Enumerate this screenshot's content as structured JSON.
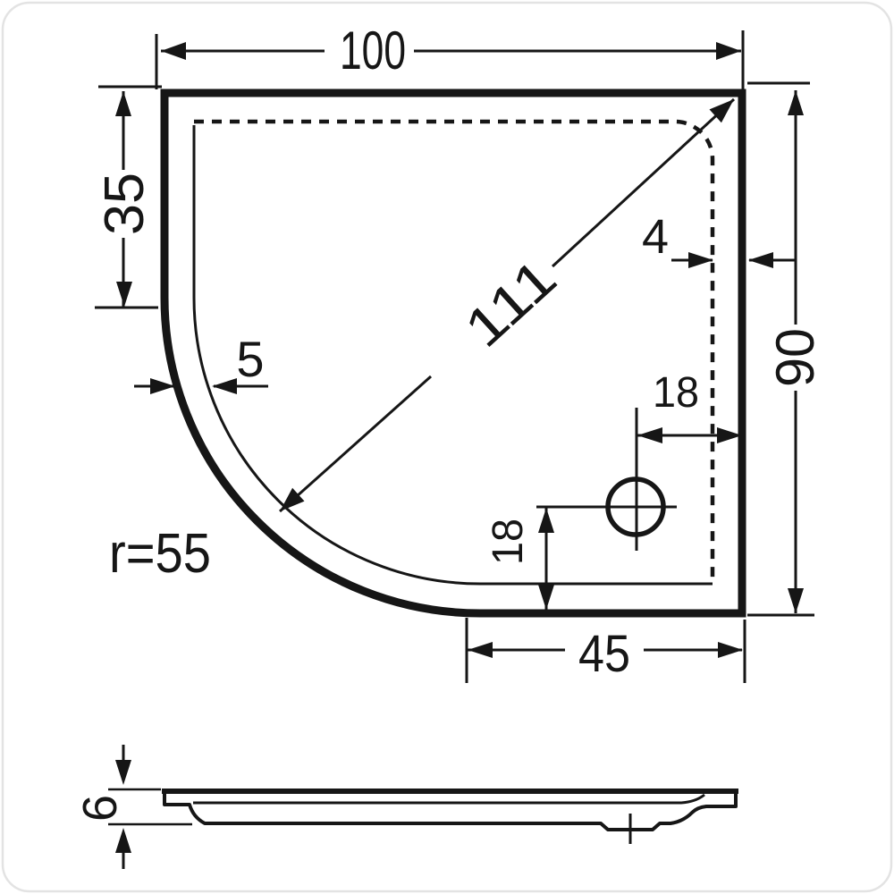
{
  "drawing": {
    "dimensions": {
      "overall_width": "100",
      "side_straight": "35",
      "rim_thickness": "5",
      "diagonal": "111",
      "rim_inset": "4",
      "overall_depth": "90",
      "drain_offset_right": "18",
      "drain_offset_bottom": "18",
      "bottom_straight": "45",
      "corner_radius": "r=55",
      "profile_height": "6"
    }
  }
}
